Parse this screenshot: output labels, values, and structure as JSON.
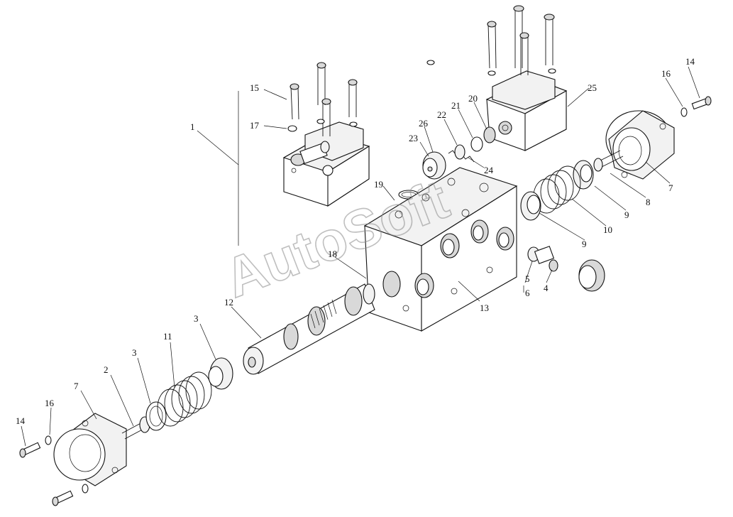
{
  "watermark": "AutoSoft",
  "callouts": [
    {
      "id": "c1",
      "text": "1"
    },
    {
      "id": "c2",
      "text": "2"
    },
    {
      "id": "c3a",
      "text": "3"
    },
    {
      "id": "c3b",
      "text": "3"
    },
    {
      "id": "c4",
      "text": "4"
    },
    {
      "id": "c5",
      "text": "5"
    },
    {
      "id": "c6",
      "text": "6"
    },
    {
      "id": "c7a",
      "text": "7"
    },
    {
      "id": "c7b",
      "text": "7"
    },
    {
      "id": "c8",
      "text": "8"
    },
    {
      "id": "c9a",
      "text": "9"
    },
    {
      "id": "c9b",
      "text": "9"
    },
    {
      "id": "c10",
      "text": "10"
    },
    {
      "id": "c11",
      "text": "11"
    },
    {
      "id": "c12",
      "text": "12"
    },
    {
      "id": "c13",
      "text": "13"
    },
    {
      "id": "c14a",
      "text": "14"
    },
    {
      "id": "c14b",
      "text": "14"
    },
    {
      "id": "c15",
      "text": "15"
    },
    {
      "id": "c16a",
      "text": "16"
    },
    {
      "id": "c16b",
      "text": "16"
    },
    {
      "id": "c17",
      "text": "17"
    },
    {
      "id": "c18",
      "text": "18"
    },
    {
      "id": "c19",
      "text": "19"
    },
    {
      "id": "c20",
      "text": "20"
    },
    {
      "id": "c21",
      "text": "21"
    },
    {
      "id": "c22",
      "text": "22"
    },
    {
      "id": "c23",
      "text": "23"
    },
    {
      "id": "c24",
      "text": "24"
    },
    {
      "id": "c25",
      "text": "25"
    },
    {
      "id": "c26",
      "text": "26"
    }
  ]
}
